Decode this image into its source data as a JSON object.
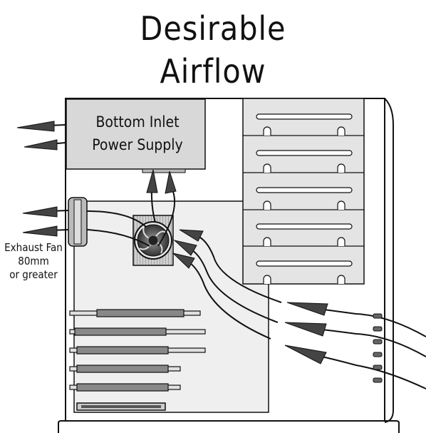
{
  "title": {
    "line1": "Desirable",
    "line2": "Airflow"
  },
  "power_supply": {
    "line1": "Bottom Inlet",
    "line2": "Power Supply"
  },
  "exhaust_fan": {
    "line1": "Exhaust Fan",
    "line2": "80mm",
    "line3": "or greater"
  },
  "colors": {
    "background": "#ffffff",
    "case_fill": "#f2f2f2",
    "psu_fill": "#d8d8d8",
    "board_fill": "#efefef",
    "bay_fill": "#e4e4e4",
    "line": "#111111",
    "arrow_fill": "#444444"
  }
}
